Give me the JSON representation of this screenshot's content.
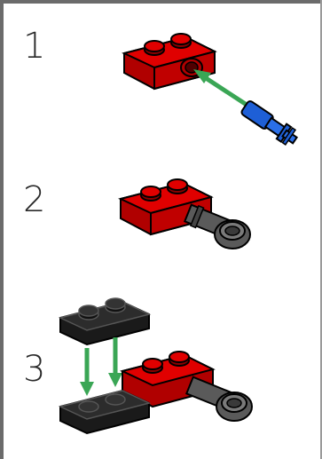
{
  "steps": [
    {
      "number": "1"
    },
    {
      "number": "2"
    },
    {
      "number": "3"
    }
  ],
  "colors": {
    "red_brick": "#d40000",
    "blue_pin": "#1e5fd6",
    "gray_part": "#5a5a5a",
    "black_plate": "#222222",
    "arrow_green": "#3aa655"
  }
}
